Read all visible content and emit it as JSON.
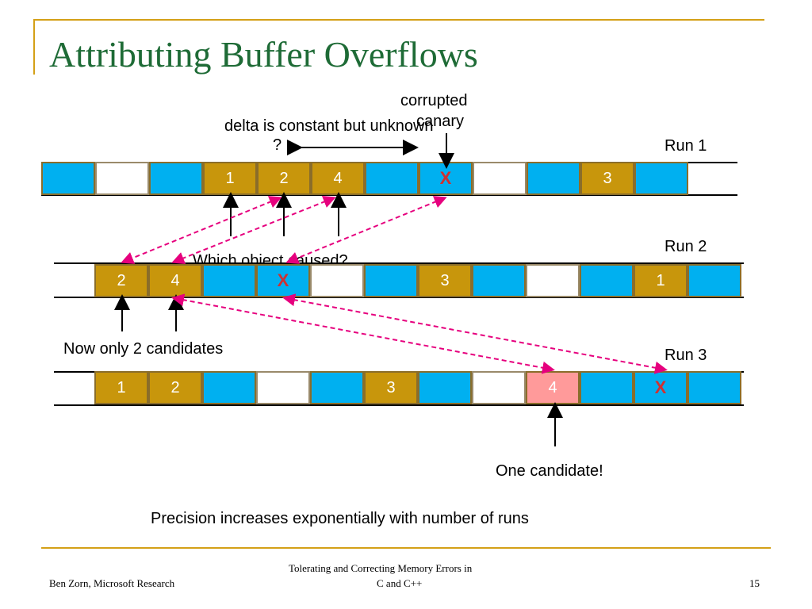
{
  "slide": {
    "title": "Attributing Buffer Overflows",
    "labels": {
      "corrupted_canary": [
        "corrupted",
        "canary"
      ],
      "delta": "delta is constant but unknown",
      "question": "?",
      "which_object": "Which object caused?",
      "now_only_2": "Now only 2 candidates",
      "one_candidate": "One candidate!",
      "precision": "Precision increases exponentially with number of runs"
    },
    "runs": [
      {
        "label": "Run 1",
        "cells": [
          "",
          "",
          "",
          "1",
          "2",
          "4",
          "",
          "X",
          "",
          "",
          "3",
          ""
        ]
      },
      {
        "label": "Run 2",
        "cells": [
          "2",
          "4",
          "",
          "X",
          "",
          "",
          "3",
          "",
          "",
          "",
          "1",
          ""
        ]
      },
      {
        "label": "Run 3",
        "cells": [
          "1",
          "2",
          "",
          "",
          "",
          "3",
          "",
          "",
          "4",
          "",
          "X",
          ""
        ]
      }
    ]
  },
  "footer": {
    "author": "Ben Zorn, Microsoft Research",
    "subtitle_line1": "Tolerating and Correcting Memory Errors in",
    "subtitle_line2": "C and C++",
    "page_number": "15"
  },
  "colors": {
    "accent_gold": "#d4a017",
    "title_green": "#1e6b36",
    "cell_blue": "#00b0f0",
    "cell_gold": "#c8960c",
    "cell_pink": "#ff9a9a",
    "arrow_magenta": "#e6007e",
    "canary_x": "#d03030"
  }
}
